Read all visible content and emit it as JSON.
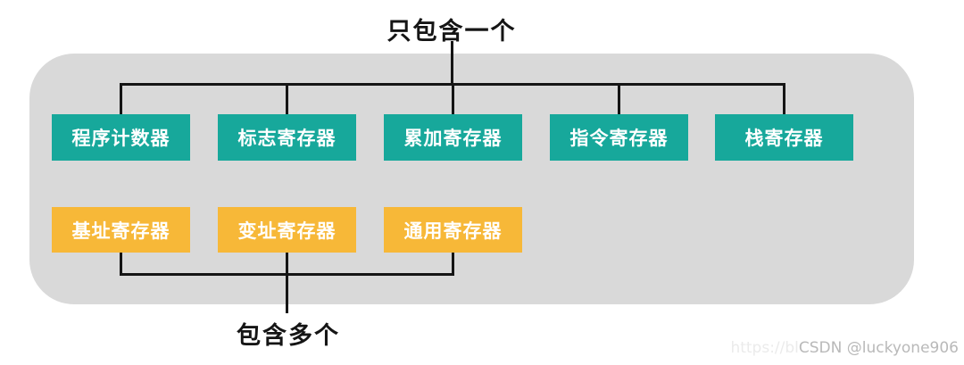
{
  "diagram": {
    "top_label": "只包含一个",
    "bottom_label": "包含多个",
    "single_registers": [
      "程序计数器",
      "标志寄存器",
      "累加寄存器",
      "指令寄存器",
      "栈寄存器"
    ],
    "multiple_registers": [
      "基址寄存器",
      "变址寄存器",
      "通用寄存器"
    ],
    "colors": {
      "single_box": "#17a89b",
      "multiple_box": "#f7b838",
      "panel_background": "#d9d9d9",
      "connector_line": "#151515",
      "box_text": "#ffffff",
      "label_text": "#151515"
    }
  },
  "watermark": {
    "faint_text": "https://bl",
    "main_text": "CSDN @luckyone906"
  }
}
